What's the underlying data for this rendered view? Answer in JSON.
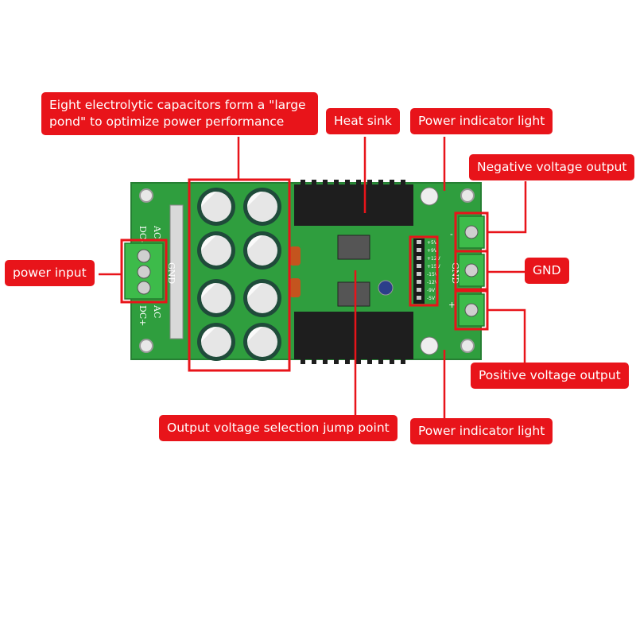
{
  "callouts": {
    "capacitors": "Eight electrolytic capacitors form a \"large pond\" to optimize power performance",
    "heat_sink": "Heat sink",
    "power_indicator_top": "Power indicator light",
    "negative_output": "Negative voltage output",
    "power_input": "power input",
    "gnd": "GND",
    "positive_output": "Positive voltage output",
    "jump_point": "Output voltage selection jump point",
    "power_indicator_bottom": "Power indicator light"
  },
  "silkscreen": {
    "dc_minus": "DC-",
    "ac_top": "AC",
    "gnd_left": "GND",
    "dc_plus": "DC+",
    "ac_bottom": "AC",
    "gnd_right": "GND",
    "minus_sign": "-",
    "plus_sign": "+",
    "jumper_labels": [
      "+5V",
      "+9V",
      "+12V",
      "+15V",
      "-15V",
      "-12V",
      "-9V",
      "-5V"
    ]
  },
  "colors": {
    "callout_red": "#e8141a",
    "pcb_green": "#2f9e3e",
    "terminal_green": "#3dbb4a",
    "heatsink_black": "#1e1e1e",
    "capacitor_body": "#1f4b3a"
  }
}
